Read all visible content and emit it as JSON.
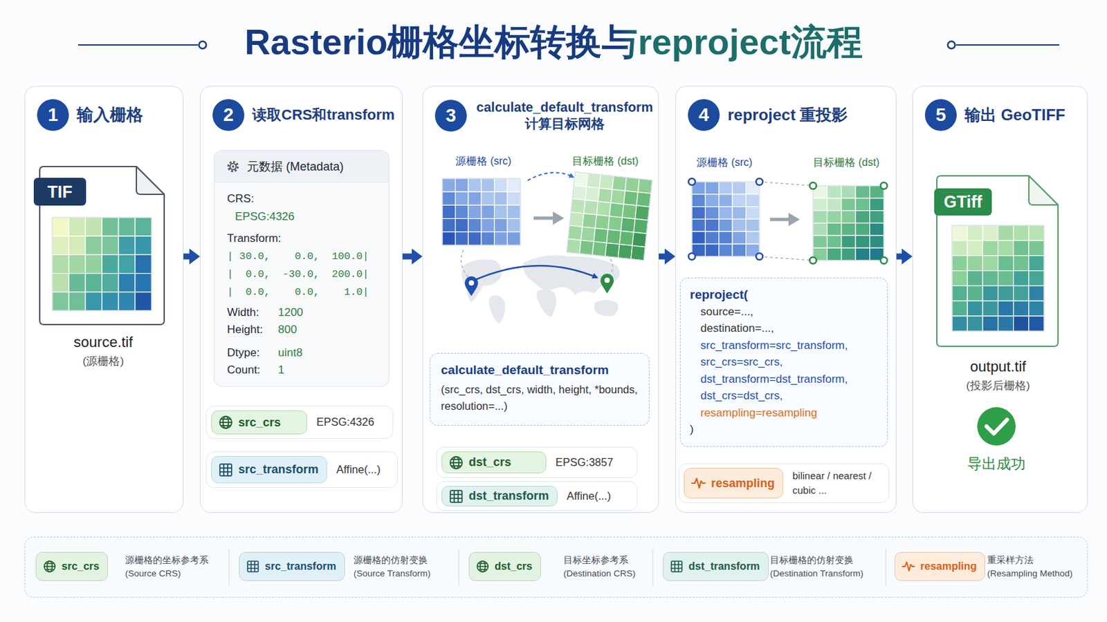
{
  "diagram": {
    "title": "Rasterio栅格坐标转换与reproject流程",
    "nodes": [
      {
        "text": [
          "1",
          "输入栅格"
        ]
      },
      {
        "text": [
          "TIF",
          "source.tif",
          "(源栅格)"
        ],
        "in": 0
      },
      {
        "text": [
          "2",
          "读取CRS和transform"
        ]
      },
      {
        "text": [
          "元数据 (Metadata)",
          "CRS:",
          "EPSG:4326",
          "Transform:",
          "| 30.0,    0.0,  100.0|",
          "|  0.0,  -30.0,  200.0|",
          "|  0.0,    0.0,    1.0|",
          "Width:",
          "1200",
          "Height:",
          "800",
          "Dtype:",
          "uint8",
          "Count:",
          "1"
        ],
        "in": 2
      },
      {
        "text": [
          "src_crs",
          "EPSG:4326"
        ],
        "in": 2
      },
      {
        "text": [
          "src_transform",
          "Affine(...)"
        ],
        "in": 2
      },
      {
        "text": [
          "3",
          "calculate_default_transform 计算目标网格"
        ]
      },
      {
        "text": [
          "calculate_default_transform",
          "(src_crs, dst_crs, width, height, *bounds, resolution=...)"
        ],
        "in": 6
      },
      {
        "text": [
          "dst_crs",
          "EPSG:3857"
        ],
        "in": 6
      },
      {
        "text": [
          "dst_transform",
          "Affine(...)"
        ],
        "in": 6
      },
      {
        "text": [
          "4",
          "reproject 重投影"
        ]
      },
      {
        "text": [
          "reproject(",
          "source=...,",
          "destination=...,",
          "src_transform=src_transform,",
          "src_crs=src_crs,",
          "dst_transform=dst_transform,",
          "dst_crs=dst_crs,",
          "resampling=resampling",
          ")"
        ],
        "in": 10
      },
      {
        "text": [
          "resampling",
          "bilinear / nearest / cubic ..."
        ],
        "in": 10
      },
      {
        "text": [
          "5",
          "输出 GeoTIFF"
        ]
      },
      {
        "text": [
          "GTiff",
          "output.tif",
          "(投影后栅格)"
        ],
        "in": 13
      }
    ],
    "edges": [
      {
        "from": 0,
        "to": 2,
        "arrow": "to"
      },
      {
        "from": 2,
        "to": 6,
        "arrow": "to"
      },
      {
        "from": 6,
        "to": 10,
        "arrow": "to"
      },
      {
        "from": 10,
        "to": 13,
        "arrow": "to"
      }
    ],
    "labels": [
      "源栅格 (src)",
      "目标栅格 (dst)",
      "源栅格 (src)",
      "目标栅格 (dst)",
      "导出成功",
      "src_crs",
      "src_transform",
      "dst_crs",
      "dst_transform",
      "resampling"
    ],
    "legend": [
      {
        "text": "源栅格的坐标参考系 (Source CRS)",
        "color": "#e3f3e1"
      },
      {
        "text": "源栅格的仿射变换 (Source Transform)",
        "color": "#dff1f7"
      },
      {
        "text": "目标坐标参考系 (Destination CRS)",
        "color": "#e3f3e1"
      },
      {
        "text": "目标栅格的仿射变换 (Destination Transform)",
        "color": "#e0f2ee"
      },
      {
        "text": "重采样方法 (Resampling Method)",
        "color": "#fdebdc"
      }
    ]
  }
}
